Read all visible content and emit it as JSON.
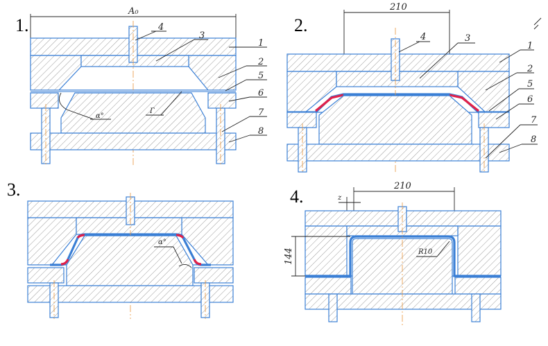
{
  "steps": [
    "1.",
    "2.",
    "3.",
    "4."
  ],
  "part_numbers": [
    "1",
    "2",
    "3",
    "4",
    "5",
    "6",
    "7",
    "8"
  ],
  "dimensions": {
    "a0": "A₀",
    "width1": "210",
    "width2": "210",
    "height": "144",
    "radius": "R10",
    "gap": "z",
    "angle": "α°",
    "gamma": "Г"
  },
  "colors": {
    "outline": "#3a7fd5",
    "hatch": "#9a9a9a",
    "axis": "#e8953a",
    "highlight": "#e0204a"
  }
}
